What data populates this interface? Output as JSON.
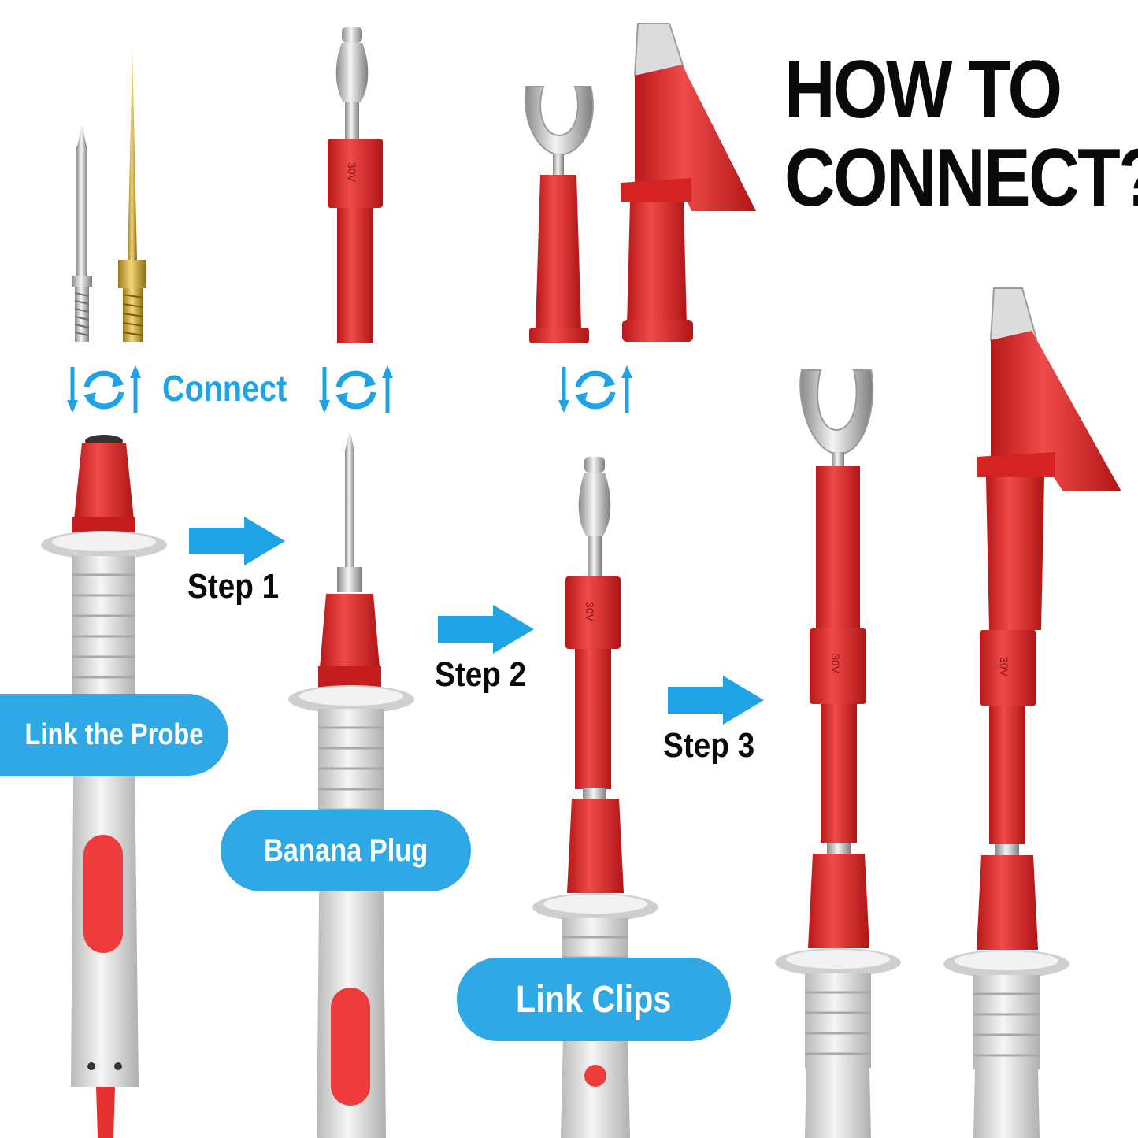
{
  "headline": {
    "line1": "HOW TO",
    "line2": "CONNECT?"
  },
  "connect_label": "Connect",
  "steps": [
    "Step 1",
    "Step 2",
    "Step 3"
  ],
  "pills": {
    "link_probe": "Link the Probe",
    "banana_plug": "Banana Plug",
    "link_clips": "Link Clips"
  },
  "voltage_label": "30V",
  "colors": {
    "accent_blue": "#2fa9e6",
    "probe_red": "#e02b2b",
    "probe_grey": "#e6e6e6",
    "text_dark": "#0a0a0a"
  },
  "icons": [
    "swap-arrows-icon",
    "right-arrow-icon"
  ]
}
